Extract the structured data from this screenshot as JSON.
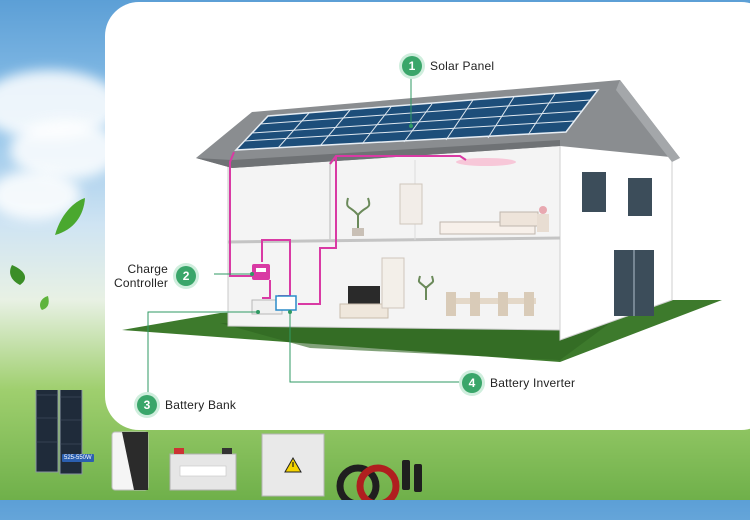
{
  "labels": [
    {
      "number": "1",
      "text": "Solar Panel"
    },
    {
      "number": "2",
      "text_line1": "Charge",
      "text_line2": "Controller"
    },
    {
      "number": "3",
      "text": "Battery Bank"
    },
    {
      "number": "4",
      "text": "Battery Inverter"
    }
  ],
  "products": {
    "panel_rating": "525-550W"
  },
  "colors": {
    "wire": "#d93aa4",
    "leader": "#2f9a63",
    "badge": "#3aa66a",
    "panel": "#1d4e7a",
    "roof": "#8a8d90",
    "lawn": "#3d7a2c"
  }
}
